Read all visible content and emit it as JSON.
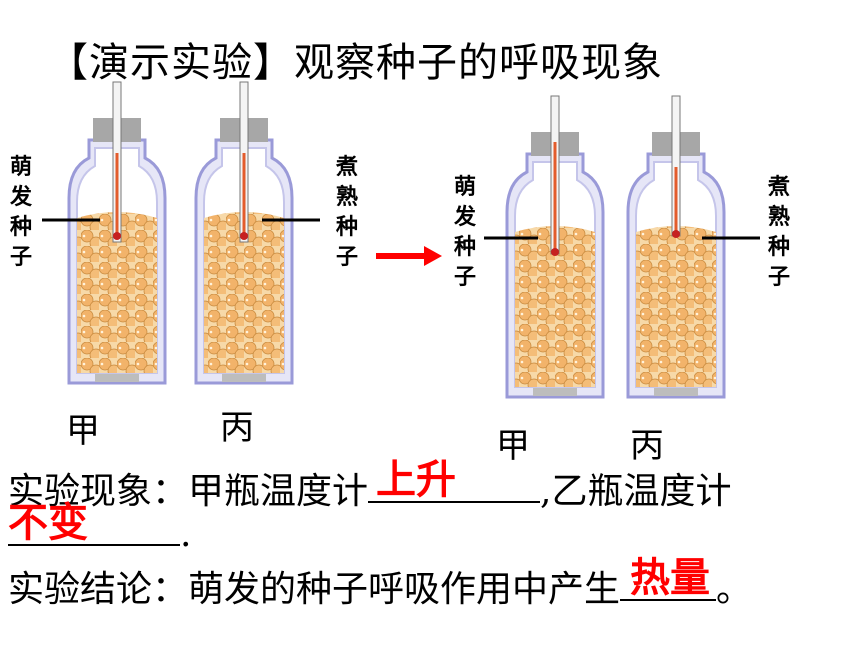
{
  "title": "【演示实验】观察种子的呼吸现象",
  "labels": {
    "germinating": [
      "萌",
      "发",
      "种",
      "子"
    ],
    "boiled": [
      "煮",
      "熟",
      "种",
      "子"
    ],
    "jar_a": "甲",
    "jar_c": "丙"
  },
  "phenomenon": {
    "prefix": "实验现象：甲瓶温度计",
    "answer_a": "上升",
    "middle": ",乙瓶温度计",
    "answer_b": "不变",
    "suffix": "."
  },
  "conclusion": {
    "prefix": "实验结论：萌发的种子呼吸作用中产生",
    "answer": "热量",
    "suffix": "。"
  },
  "colors": {
    "answer": "#ff0000",
    "seed": "#f2b36a",
    "jar_outline": "#9a9ad8",
    "cap": "#a7a7a7",
    "arrow": "#ff0000"
  }
}
